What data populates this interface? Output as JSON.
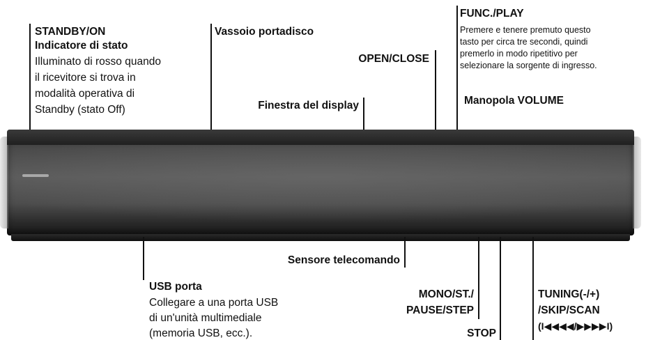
{
  "labels": {
    "standby_title": "STANDBY/ON",
    "standby_subtitle": "Indicatore di stato",
    "standby_desc_1": "Illuminato di rosso quando",
    "standby_desc_2": "il ricevitore si trova in",
    "standby_desc_3": "modalità operativa di",
    "standby_desc_4": "Standby (stato Off)",
    "tray": "Vassoio portadisco",
    "open_close": "OPEN/CLOSE",
    "display_window": "Finestra del display",
    "func_play_title": "FUNC./PLAY",
    "func_desc_1": "Premere e tenere premuto questo",
    "func_desc_2": "tasto per circa tre secondi, quindi",
    "func_desc_3": "premerlo in modo ripetitivo per",
    "func_desc_4": "selezionare la sorgente di ingresso.",
    "volume": "Manopola VOLUME",
    "remote_sensor": "Sensore telecomando",
    "usb_title": "USB porta",
    "usb_desc_1": "Collegare a una porta USB",
    "usb_desc_2": "di un'unità multimediale",
    "usb_desc_3": "(memoria USB, ecc.).",
    "mono_1": "MONO/ST./",
    "mono_2": "PAUSE/STEP",
    "stop": "STOP",
    "tuning_1": "TUNING(-/+)",
    "tuning_2": "/SKIP/SCAN",
    "tuning_3": "(I◀◀◀◀/▶▶▶▶I)"
  },
  "colors": {
    "text": "#111111",
    "device_body": "#4a4a4a",
    "background": "#ffffff"
  }
}
